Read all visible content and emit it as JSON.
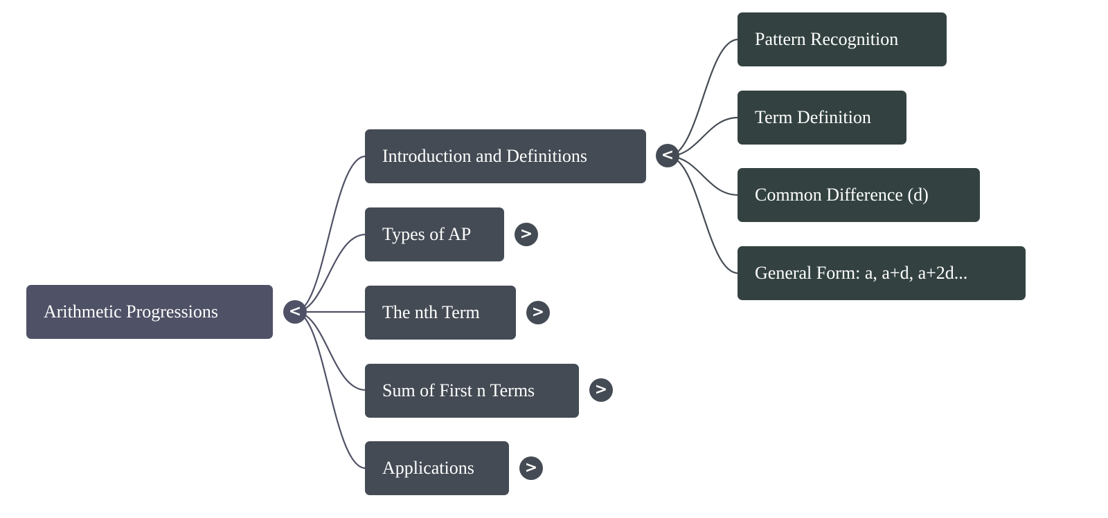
{
  "mindmap": {
    "colors": {
      "root": "#4f5166",
      "level1": "#444b54",
      "level2": "#334240",
      "link": "#4f5166"
    },
    "root": {
      "label": "Arithmetic Progressions",
      "toggle": "<",
      "expanded": true
    },
    "level1": [
      {
        "label": "Introduction and Definitions",
        "toggle": "<",
        "expanded": true
      },
      {
        "label": "Types of AP",
        "toggle": ">",
        "expanded": false
      },
      {
        "label": "The nth Term",
        "toggle": ">",
        "expanded": false
      },
      {
        "label": "Sum of First n Terms",
        "toggle": ">",
        "expanded": false
      },
      {
        "label": "Applications",
        "toggle": ">",
        "expanded": false
      }
    ],
    "introduction_children": [
      {
        "label": "Pattern Recognition"
      },
      {
        "label": "Term Definition"
      },
      {
        "label": "Common Difference (d)"
      },
      {
        "label": "General Form: a, a+d, a+2d..."
      }
    ]
  }
}
